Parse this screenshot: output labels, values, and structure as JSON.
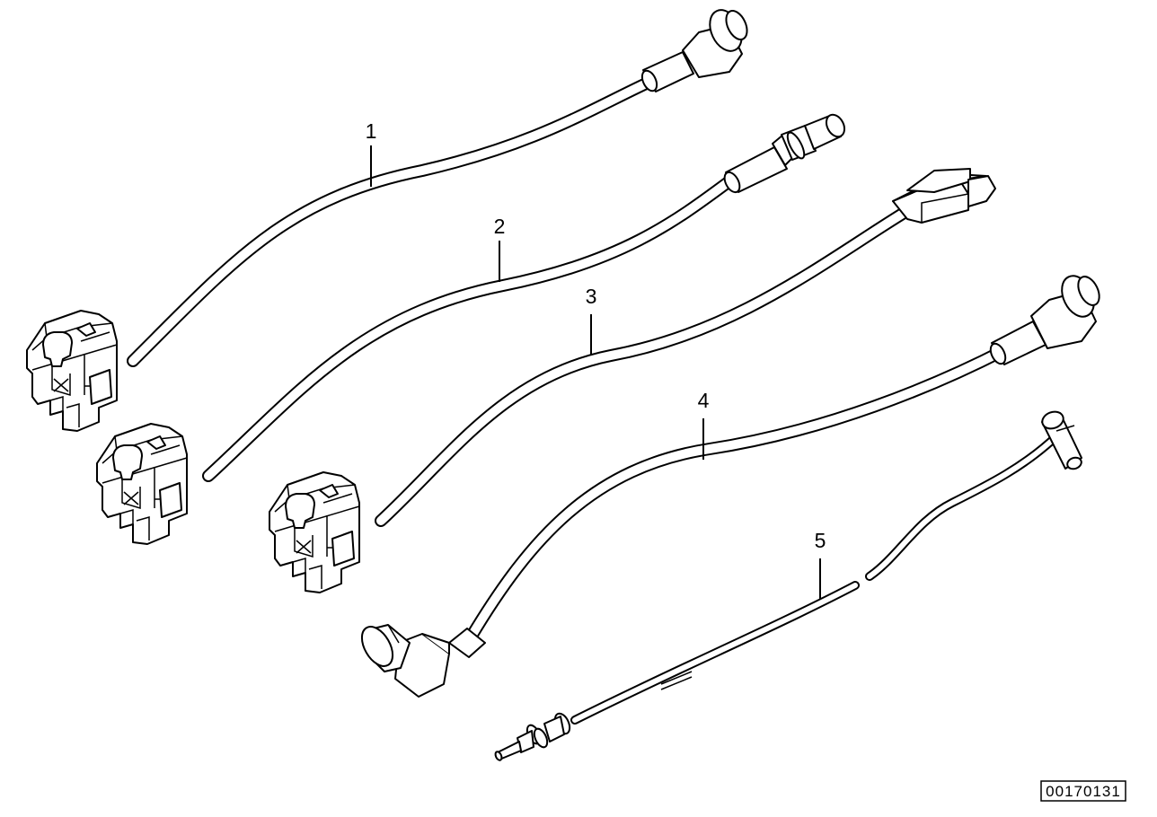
{
  "callouts": [
    "1",
    "2",
    "3",
    "4",
    "5"
  ],
  "reference_number": "00170131"
}
